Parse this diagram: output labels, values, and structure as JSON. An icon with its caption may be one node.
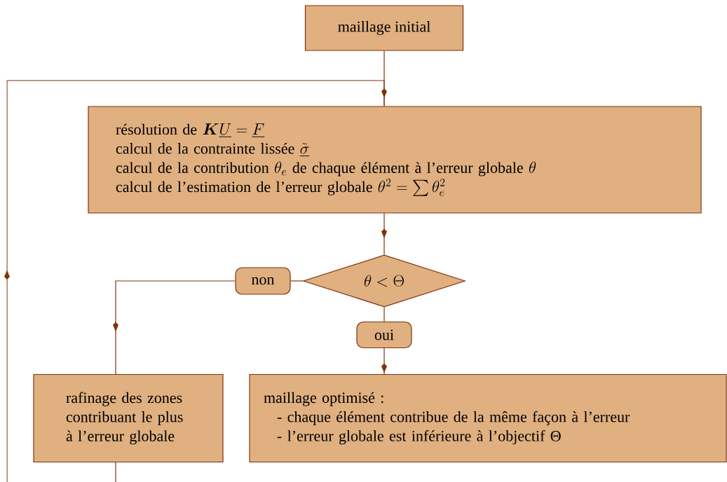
{
  "diagram": {
    "nodes": [
      {
        "text": [
          "maillage initial"
        ]
      },
      {
        "text": [
          "résolution de",
          "\\boldsymbol{K}\\underline{U} = \\underline{F}",
          "calcul de la contrainte lissée",
          "\\underline{\\tilde{\\sigma}}",
          "calcul de la contribution",
          "\\theta_e",
          "de chaque élément à l’erreur globale",
          "\\theta",
          "calcul de l’estimation de l’erreur globale",
          "\\theta^2 = \\sum \\theta_e^2"
        ]
      },
      {
        "text": [
          "\\theta < \\Theta"
        ]
      },
      {
        "text": [
          "non"
        ]
      },
      {
        "text": [
          "oui"
        ]
      },
      {
        "text": [
          "rafinage des zones contribuant le plus à l’erreur globale"
        ]
      },
      {
        "text": [
          "maillage optimisé :",
          "- chaque élément contribue de la même façon à l’erreur",
          "- l’erreur globale est inférieure à l’objectif Θ"
        ]
      }
    ],
    "edges": [
      {
        "from": 0,
        "to": 1,
        "arrow": "to"
      },
      {
        "from": 1,
        "to": 2,
        "arrow": "to"
      },
      {
        "from": 2,
        "to": 3,
        "arrow": "none"
      },
      {
        "from": 3,
        "to": 5,
        "arrow": "to"
      },
      {
        "from": 2,
        "to": 4,
        "arrow": "none"
      },
      {
        "from": 4,
        "to": 6,
        "arrow": "to"
      },
      {
        "from": 5,
        "to": 1,
        "arrow": "to"
      }
    ]
  }
}
